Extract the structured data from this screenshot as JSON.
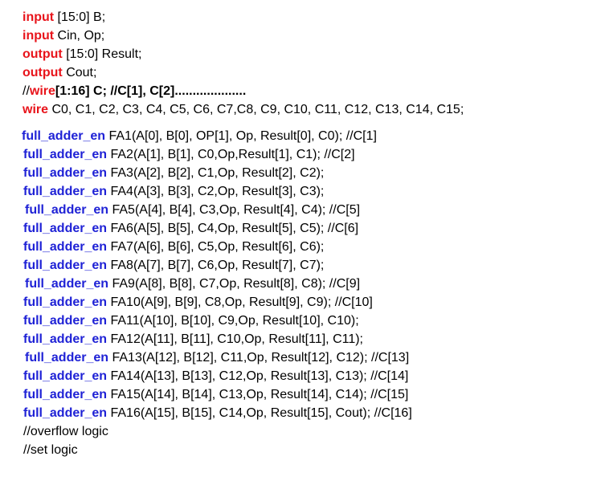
{
  "colors": {
    "keyword_red": "#e8141b",
    "keyword_blue": "#1f22d6",
    "text": "#000000",
    "background": "#ffffff"
  },
  "lines": [
    {
      "segments": [
        {
          "text": "input",
          "style": "red"
        },
        {
          "text": " [15:0] B;",
          "style": "plain"
        }
      ]
    },
    {
      "segments": [
        {
          "text": "input",
          "style": "red"
        },
        {
          "text": " Cin, Op;",
          "style": "plain"
        }
      ]
    },
    {
      "segments": [
        {
          "text": "output",
          "style": "red"
        },
        {
          "text": " [15:0] Result;",
          "style": "plain"
        }
      ]
    },
    {
      "segments": [
        {
          "text": "output",
          "style": "red"
        },
        {
          "text": " Cout;",
          "style": "plain"
        }
      ]
    },
    {
      "segments": [
        {
          "text": "//",
          "style": "plain"
        },
        {
          "text": "wire",
          "style": "red"
        },
        {
          "text": "[1:16] C; //C[1], C[2]....................",
          "style": "bold"
        }
      ]
    },
    {
      "segments": [
        {
          "text": "wire",
          "style": "red"
        },
        {
          "text": " C0, C1, C2, C3, C4, C5, C6, C7,C8, C9, C10, C11, C12, C13, C14, C15;",
          "style": "plain"
        }
      ]
    },
    {
      "segments": [
        {
          "text": "full_adder_en",
          "style": "blue"
        },
        {
          "text": " FA1(A[0], B[0], OP[1], Op, Result[0], C0); //C[1]",
          "style": "plain"
        }
      ]
    },
    {
      "segments": [
        {
          "text": "full_adder_en",
          "style": "blue"
        },
        {
          "text": " FA2(A[1], B[1], C0,Op,Result[1], C1); //C[2]",
          "style": "plain"
        }
      ]
    },
    {
      "segments": [
        {
          "text": "full_adder_en",
          "style": "blue"
        },
        {
          "text": " FA3(A[2], B[2], C1,Op, Result[2], C2);",
          "style": "plain"
        }
      ]
    },
    {
      "segments": [
        {
          "text": "full_adder_en",
          "style": "blue"
        },
        {
          "text": " FA4(A[3], B[3], C2,Op, Result[3], C3);",
          "style": "plain"
        }
      ]
    },
    {
      "segments": [
        {
          "text": "full_adder_en",
          "style": "blue"
        },
        {
          "text": " FA5(A[4], B[4], C3,Op, Result[4], C4); //C[5]",
          "style": "plain"
        }
      ]
    },
    {
      "segments": [
        {
          "text": "full_adder_en",
          "style": "blue"
        },
        {
          "text": " FA6(A[5], B[5], C4,Op, Result[5], C5); //C[6]",
          "style": "plain"
        }
      ]
    },
    {
      "segments": [
        {
          "text": "full_adder_en",
          "style": "blue"
        },
        {
          "text": " FA7(A[6], B[6], C5,Op, Result[6], C6);",
          "style": "plain"
        }
      ]
    },
    {
      "segments": [
        {
          "text": "full_adder_en",
          "style": "blue"
        },
        {
          "text": " FA8(A[7], B[7], C6,Op, Result[7], C7);",
          "style": "plain"
        }
      ]
    },
    {
      "segments": [
        {
          "text": "full_adder_en",
          "style": "blue"
        },
        {
          "text": " FA9(A[8], B[8], C7,Op, Result[8], C8); //C[9]",
          "style": "plain"
        }
      ]
    },
    {
      "segments": [
        {
          "text": "full_adder_en",
          "style": "blue"
        },
        {
          "text": " FA10(A[9], B[9], C8,Op, Result[9], C9); //C[10]",
          "style": "plain"
        }
      ]
    },
    {
      "segments": [
        {
          "text": "full_adder_en",
          "style": "blue"
        },
        {
          "text": " FA11(A[10], B[10], C9,Op, Result[10], C10);",
          "style": "plain"
        }
      ]
    },
    {
      "segments": [
        {
          "text": "full_adder_en",
          "style": "blue"
        },
        {
          "text": " FA12(A[11], B[11], C10,Op, Result[11], C11);",
          "style": "plain"
        }
      ]
    },
    {
      "segments": [
        {
          "text": "full_adder_en",
          "style": "blue"
        },
        {
          "text": " FA13(A[12], B[12], C11,Op, Result[12], C12); //C[13]",
          "style": "plain"
        }
      ]
    },
    {
      "segments": [
        {
          "text": "full_adder_en",
          "style": "blue"
        },
        {
          "text": " FA14(A[13], B[13], C12,Op, Result[13], C13); //C[14]",
          "style": "plain"
        }
      ]
    },
    {
      "segments": [
        {
          "text": "full_adder_en",
          "style": "blue"
        },
        {
          "text": " FA15(A[14], B[14], C13,Op, Result[14], C14); //C[15]",
          "style": "plain"
        }
      ]
    },
    {
      "segments": [
        {
          "text": "full_adder_en",
          "style": "blue"
        },
        {
          "text": " FA16(A[15], B[15], C14,Op, Result[15], Cout); //C[16]",
          "style": "plain"
        }
      ]
    },
    {
      "segments": [
        {
          "text": "//overflow logic",
          "style": "plain"
        }
      ]
    },
    {
      "segments": [
        {
          "text": "//set logic",
          "style": "plain"
        }
      ]
    }
  ]
}
